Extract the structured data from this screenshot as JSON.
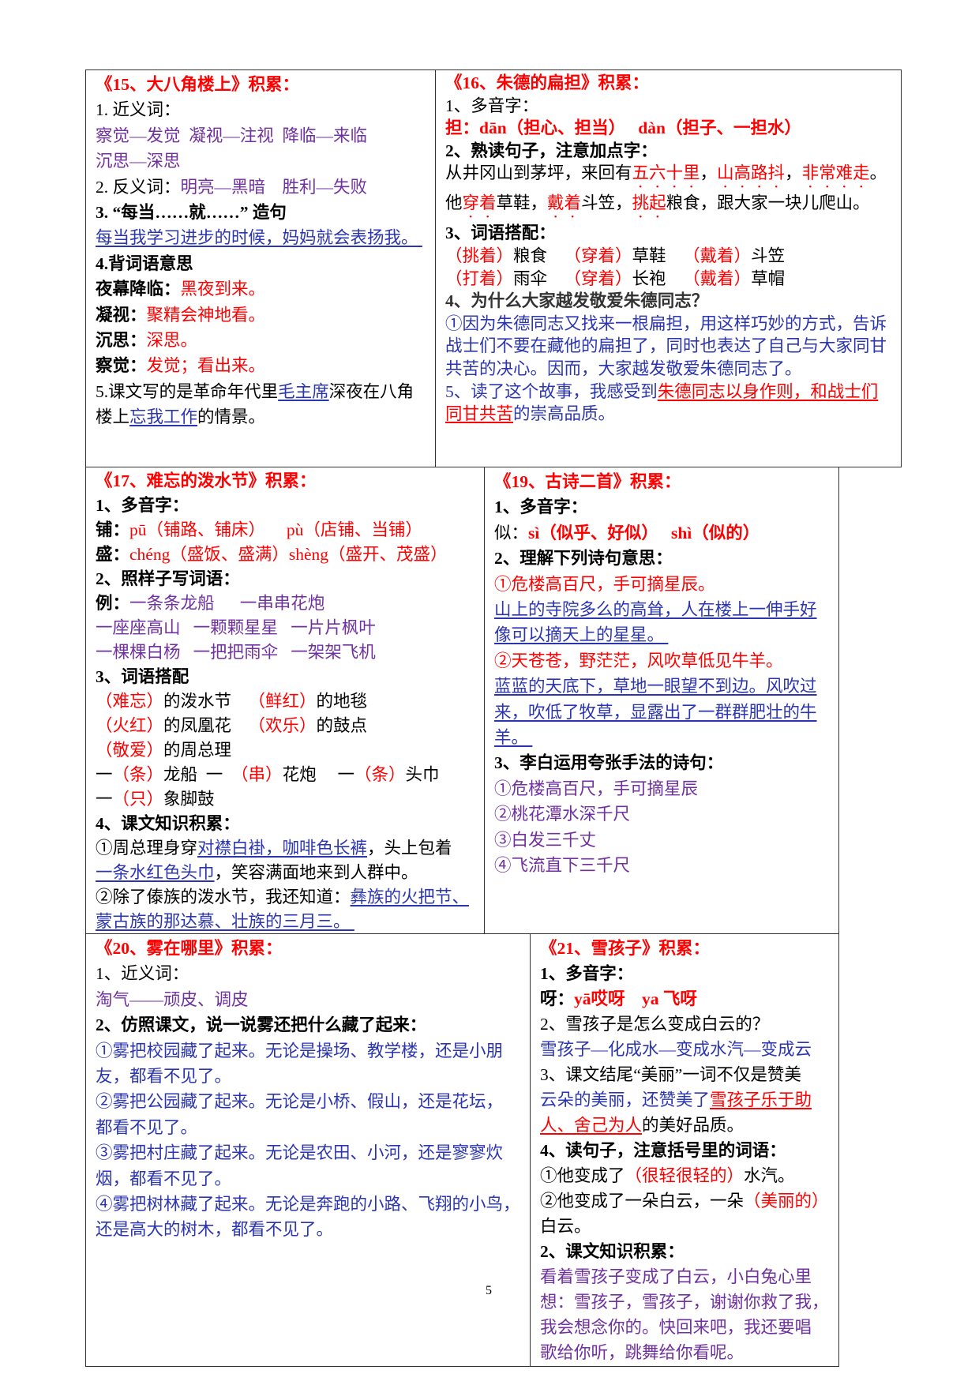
{
  "colors": {
    "red": "#ff0000",
    "purple": "#7030a0",
    "blue": "#2b35b0",
    "black": "#000000"
  },
  "page_number": "5",
  "cells": {
    "c15": [
      [
        [
          "《15、大八角楼上》积累：",
          "r",
          "bold"
        ]
      ],
      [
        [
          "1. 近义词：",
          "k"
        ]
      ],
      [
        [
          "察觉—发觉  凝视—注视  降临—来临",
          "p"
        ]
      ],
      [
        [
          "沉思—深思",
          "p"
        ]
      ],
      [
        [
          "2. 反义词：",
          "k"
        ],
        [
          "明亮—黑暗    胜利—失败",
          "p"
        ]
      ],
      [
        [
          "3. “每当……就……” 造句",
          "k",
          "bold"
        ]
      ],
      [
        [
          "每当我学习进步的时候，妈妈就会表扬我。 ",
          "b",
          "u"
        ]
      ],
      [
        [
          "4.背词语意思",
          "k",
          "bold"
        ]
      ],
      [
        [
          "夜幕降临：",
          "k",
          "bold"
        ],
        [
          "黑夜到来。",
          "r"
        ]
      ],
      [
        [
          "凝视：",
          "k",
          "bold"
        ],
        [
          "聚精会神地看。",
          "r"
        ]
      ],
      [
        [
          "沉思：",
          "k",
          "bold"
        ],
        [
          "深思。",
          "r"
        ]
      ],
      [
        [
          "察觉：",
          "k",
          "bold"
        ],
        [
          "发觉；看出来。",
          "r"
        ]
      ],
      [
        [
          "5.课文写的是革命年代里",
          "k"
        ],
        [
          "毛主席",
          "b",
          "u"
        ],
        [
          "深夜在八角",
          "k"
        ]
      ],
      [
        [
          "楼上",
          "k"
        ],
        [
          "忘我工作",
          "b",
          "u"
        ],
        [
          "的情景。",
          "k"
        ]
      ]
    ],
    "c16": [
      [
        [
          "《16、朱德的扁担》积累：",
          "r",
          "bold"
        ]
      ],
      [
        [
          "1、多音字：",
          "k"
        ]
      ],
      [
        [
          "担：dān（担心、担当）   dàn（担子、一担水）",
          "r",
          "bold"
        ]
      ],
      [
        [
          "2、熟读句子，注意加点字：",
          "k",
          "bold"
        ]
      ],
      [
        [
          "从井冈山到茅坪，来回有",
          "k"
        ],
        [
          "五六十里",
          "r",
          "d"
        ],
        [
          "，",
          "k"
        ],
        [
          "山高路抖",
          "r",
          "d"
        ],
        [
          "，",
          "k"
        ],
        [
          "非常难走",
          "r",
          "d"
        ],
        [
          "。",
          "k"
        ]
      ],
      [
        [
          "他",
          "k"
        ],
        [
          "穿着",
          "r",
          "d"
        ],
        [
          "草鞋，",
          "k"
        ],
        [
          "戴着",
          "r",
          "d"
        ],
        [
          "斗笠，",
          "k"
        ],
        [
          "挑起",
          "r",
          "d"
        ],
        [
          "粮食，跟大家一块儿爬山。",
          "k"
        ]
      ],
      [
        [
          "3、词语搭配：",
          "k",
          "bold"
        ]
      ],
      [
        [
          "（挑着）",
          "r"
        ],
        [
          "粮食    ",
          "k"
        ],
        [
          "（穿着）",
          "r"
        ],
        [
          "草鞋    ",
          "k"
        ],
        [
          "（戴着）",
          "r"
        ],
        [
          "斗笠",
          "k"
        ]
      ],
      [
        [
          "（打着）",
          "r"
        ],
        [
          "雨伞    ",
          "k"
        ],
        [
          "（穿着）",
          "r"
        ],
        [
          "长袍    ",
          "k"
        ],
        [
          "（戴着）",
          "r"
        ],
        [
          "草帽",
          "k"
        ]
      ],
      [
        [
          "4、为什么大家越发敬爱朱德同志？",
          "g"
        ]
      ],
      [
        [
          "①因为朱德同志又找来一根扁担，用这样巧妙的方式，告诉",
          "b"
        ]
      ],
      [
        [
          "战士们不要在藏他的扁担了，同时也表达了自己与大家同甘",
          "b"
        ]
      ],
      [
        [
          "共苦的决心。因而，大家越发敬爱朱德同志了。",
          "b"
        ]
      ],
      [
        [
          "5、读了这个故事，我感受到",
          "b"
        ],
        [
          "朱德同志以身作则，和战士们",
          "r",
          "u"
        ]
      ],
      [
        [
          "同甘共苦",
          "r",
          "u"
        ],
        [
          "的崇高品质。",
          "b"
        ]
      ]
    ],
    "c17": [
      [
        [
          "《17、难忘的泼水节》积累：",
          "r",
          "bold"
        ]
      ],
      [
        [
          "1、多音字：",
          "k",
          "bold"
        ]
      ],
      [
        [
          "铺：",
          "k",
          "bold"
        ],
        [
          "pū（铺路、铺床）     pù（店铺、当铺）",
          "r"
        ]
      ],
      [
        [
          "盛：",
          "k",
          "bold"
        ],
        [
          "chéng（盛饭、盛满）shèng（盛开、茂盛）",
          "r"
        ]
      ],
      [
        [
          "2、照样子写词语：",
          "k",
          "bold"
        ]
      ],
      [
        [
          "例：",
          "k",
          "bold"
        ],
        [
          "一条条龙船      一串串花炮",
          "p"
        ]
      ],
      [
        [
          "一座座高山   一颗颗星星   一片片枫叶",
          "p"
        ]
      ],
      [
        [
          "一棵棵白杨   一把把雨伞   一架架飞机",
          "p"
        ]
      ],
      [
        [
          "3、词语搭配",
          "k",
          "bold"
        ]
      ],
      [
        [
          "（难忘）",
          "r"
        ],
        [
          "的泼水节    ",
          "k"
        ],
        [
          "（鲜红）",
          "r"
        ],
        [
          "的地毯",
          "k"
        ]
      ],
      [
        [
          "（火红）",
          "r"
        ],
        [
          "的凤凰花    ",
          "k"
        ],
        [
          "（欢乐）",
          "r"
        ],
        [
          "的鼓点",
          "k"
        ]
      ],
      [
        [
          "（敬爱）",
          "r"
        ],
        [
          "的周总理",
          "k"
        ]
      ],
      [
        [
          "一",
          "k"
        ],
        [
          "（条）",
          "r"
        ],
        [
          "龙船  一  ",
          "k"
        ],
        [
          "（串）",
          "r"
        ],
        [
          "花炮     一",
          "k"
        ],
        [
          "（条）",
          "r"
        ],
        [
          "头巾",
          "k"
        ]
      ],
      [
        [
          "一",
          "k"
        ],
        [
          "（只）",
          "r"
        ],
        [
          "象脚鼓",
          "k"
        ]
      ],
      [
        [
          "4、课文知识积累：",
          "k",
          "bold"
        ]
      ],
      [
        [
          "①周总理身穿",
          "k"
        ],
        [
          "对襟白褂，",
          "b",
          "u"
        ],
        [
          "咖啡色长裤",
          "b",
          "u"
        ],
        [
          "，头上包着",
          "k"
        ]
      ],
      [
        [
          "一条水红色头巾",
          "b",
          "u"
        ],
        [
          "，笑容满面地来到人群中。",
          "k"
        ]
      ],
      [
        [
          "②除了傣族的泼水节，我还知道：",
          "k"
        ],
        [
          "彝族的火把节、",
          "b",
          "u"
        ]
      ],
      [
        [
          "蒙古族的那达慕、壮族的三月三。 ",
          "b",
          "u"
        ]
      ]
    ],
    "c19": [
      [
        [
          "《19、古诗二首》积累：",
          "r",
          "bold"
        ]
      ],
      [
        [
          "1、多音字：",
          "k",
          "bold"
        ]
      ],
      [
        [
          "似：",
          "k"
        ],
        [
          "sì（似乎、好似）   shì（似的）",
          "r",
          "bold"
        ]
      ],
      [
        [
          "2、理解下列诗句意思：",
          "k",
          "bold"
        ]
      ],
      [
        [
          "①危楼高百尺，手可摘星辰。",
          "r"
        ]
      ],
      [
        [
          "山上的寺院多么的高耸，人在楼上一伸手好",
          "b",
          "u"
        ]
      ],
      [
        [
          "像可以摘天上的星星。 ",
          "b",
          "u"
        ]
      ],
      [
        [
          "②天苍苍，野茫茫，风吹草低见牛羊。",
          "r"
        ]
      ],
      [
        [
          "蓝蓝的天底下，草地一眼望不到边。风吹过",
          "b",
          "u"
        ]
      ],
      [
        [
          "来，吹低了牧草，显露出了一群群肥壮的牛",
          "b",
          "u"
        ]
      ],
      [
        [
          "羊。 ",
          "b",
          "u"
        ]
      ],
      [
        [
          "3、李白运用夸张手法的诗句：",
          "k",
          "bold"
        ]
      ],
      [
        [
          "①危楼高百尺，手可摘星辰",
          "p"
        ]
      ],
      [
        [
          "②桃花潭水深千尺",
          "p"
        ]
      ],
      [
        [
          "③白发三千丈",
          "p"
        ]
      ],
      [
        [
          "④飞流直下三千尺",
          "p"
        ]
      ]
    ],
    "c20": [
      [
        [
          "《20、雾在哪里》积累：",
          "r",
          "bold"
        ]
      ],
      [
        [
          "1、近义词：",
          "k"
        ]
      ],
      [
        [
          "淘气——顽皮、调皮",
          "p"
        ]
      ],
      [
        [
          "2、仿照课文，说一说雾还把什么藏了起来：",
          "k",
          "bold"
        ]
      ],
      [
        [
          "①雾把校园藏了起来。无论是操场、教学楼，还是小朋",
          "b"
        ]
      ],
      [
        [
          "友，都看不见了。",
          "b"
        ]
      ],
      [
        [
          "②雾把公园藏了起来。无论是小桥、假山，还是花坛，",
          "b"
        ]
      ],
      [
        [
          "都看不见了。",
          "b"
        ]
      ],
      [
        [
          "③雾把村庄藏了起来。无论是农田、小河，还是寥寥炊",
          "b"
        ]
      ],
      [
        [
          "烟，都看不见了。",
          "b"
        ]
      ],
      [
        [
          "④雾把树林藏了起来。无论是奔跑的小路、飞翔的小鸟，",
          "b"
        ]
      ],
      [
        [
          "还是高大的树木，都看不见了。",
          "b"
        ]
      ]
    ],
    "c21": [
      [
        [
          "《21、雪孩子》积累：",
          "r",
          "bold"
        ]
      ],
      [
        [
          "1、多音字：",
          "k",
          "bold"
        ]
      ],
      [
        [
          "呀：",
          "k",
          "bold"
        ],
        [
          "yā哎呀    ya 飞呀",
          "r",
          "bold"
        ]
      ],
      [
        [
          "2、雪孩子是怎么变成白云的？",
          "k"
        ]
      ],
      [
        [
          "雪孩子—化成水—变成水汽—变成云",
          "b"
        ]
      ],
      [
        [
          "3、课文结尾“美丽”一词不仅是赞美",
          "k"
        ]
      ],
      [
        [
          "云朵的美丽，还赞美了",
          "b"
        ],
        [
          "雪孩子乐于助",
          "r",
          "u"
        ]
      ],
      [
        [
          "人、舍己为人",
          "r",
          "u"
        ],
        [
          "的美好品质。",
          "k"
        ]
      ],
      [
        [
          "4、读句子，注意括号里的词语：",
          "k",
          "bold"
        ]
      ],
      [
        [
          "①他变成了",
          "k"
        ],
        [
          "（很轻很轻的）",
          "r"
        ],
        [
          "水汽。",
          "k"
        ]
      ],
      [
        [
          "②他变成了一朵白云，一朵",
          "k"
        ],
        [
          "（美丽的）",
          "r"
        ]
      ],
      [
        [
          "白云。",
          "k"
        ]
      ],
      [
        [
          "2、课文知识积累：",
          "k",
          "bold"
        ]
      ],
      [
        [
          "看着雪孩子变成了白云，小白兔心里",
          "p"
        ]
      ],
      [
        [
          "想：雪孩子，雪孩子，谢谢你救了我，",
          "p"
        ]
      ],
      [
        [
          "我会想念你的。快回来吧，我还要唱",
          "p"
        ]
      ],
      [
        [
          "歌给你听，跳舞给你看呢。",
          "p"
        ]
      ]
    ]
  }
}
